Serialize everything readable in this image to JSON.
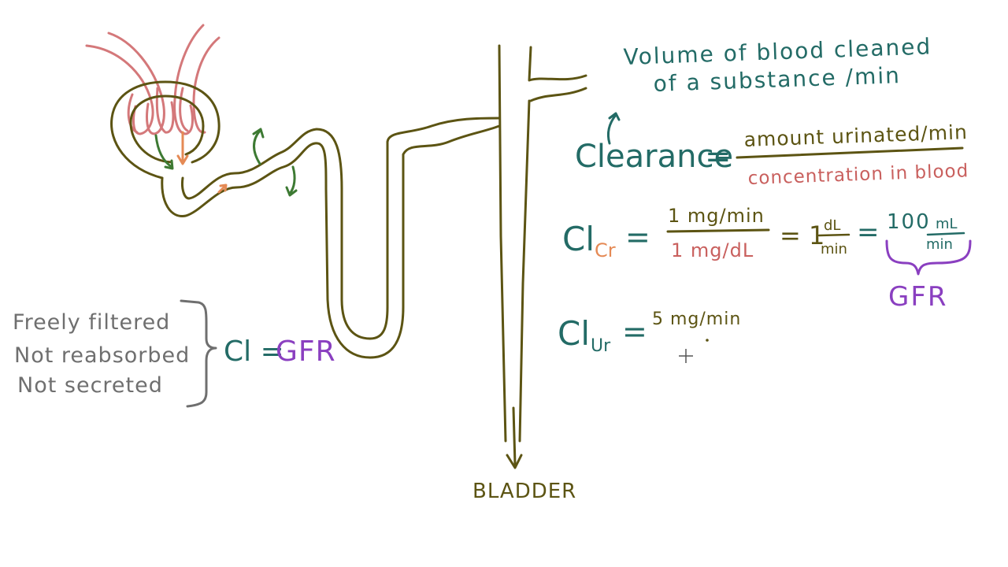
{
  "colors": {
    "tube": "#5c5413",
    "glomerulus": "#d4787a",
    "teal": "#236b66",
    "arrow_green": "#3d7a33",
    "orange": "#e58a55",
    "pink_text": "#c9605e",
    "purple": "#8a3fc0",
    "gray": "#6f6f6f"
  },
  "definition": {
    "line1": "Volume of blood cleaned",
    "line2": "of a substance /min"
  },
  "clearance": {
    "label": "Clearance",
    "equals": "=",
    "numerator": "amount urinated/min",
    "denominator": "concentration in blood"
  },
  "creatinine": {
    "cl": "Cl",
    "sub": "Cr",
    "equals": "=",
    "numerator": "1 mg/min",
    "denominator": "1 mg/dL",
    "equals2": "= 1",
    "unit_num": "dL",
    "unit_den": "min",
    "equals3": "=",
    "result_value": "100",
    "result_unit_num": "mL",
    "result_unit_den": "min",
    "gfr_label": "GFR"
  },
  "urea": {
    "cl": "Cl",
    "sub": "Ur",
    "equals": "=",
    "numerator": "5 mg/min"
  },
  "criteria": {
    "items": [
      "Freely filtered",
      "Not reabsorbed",
      "Not secreted"
    ],
    "conclusion_prefix": "Cl = ",
    "conclusion_gfr": "GFR"
  },
  "bladder_label": "BLADDER"
}
